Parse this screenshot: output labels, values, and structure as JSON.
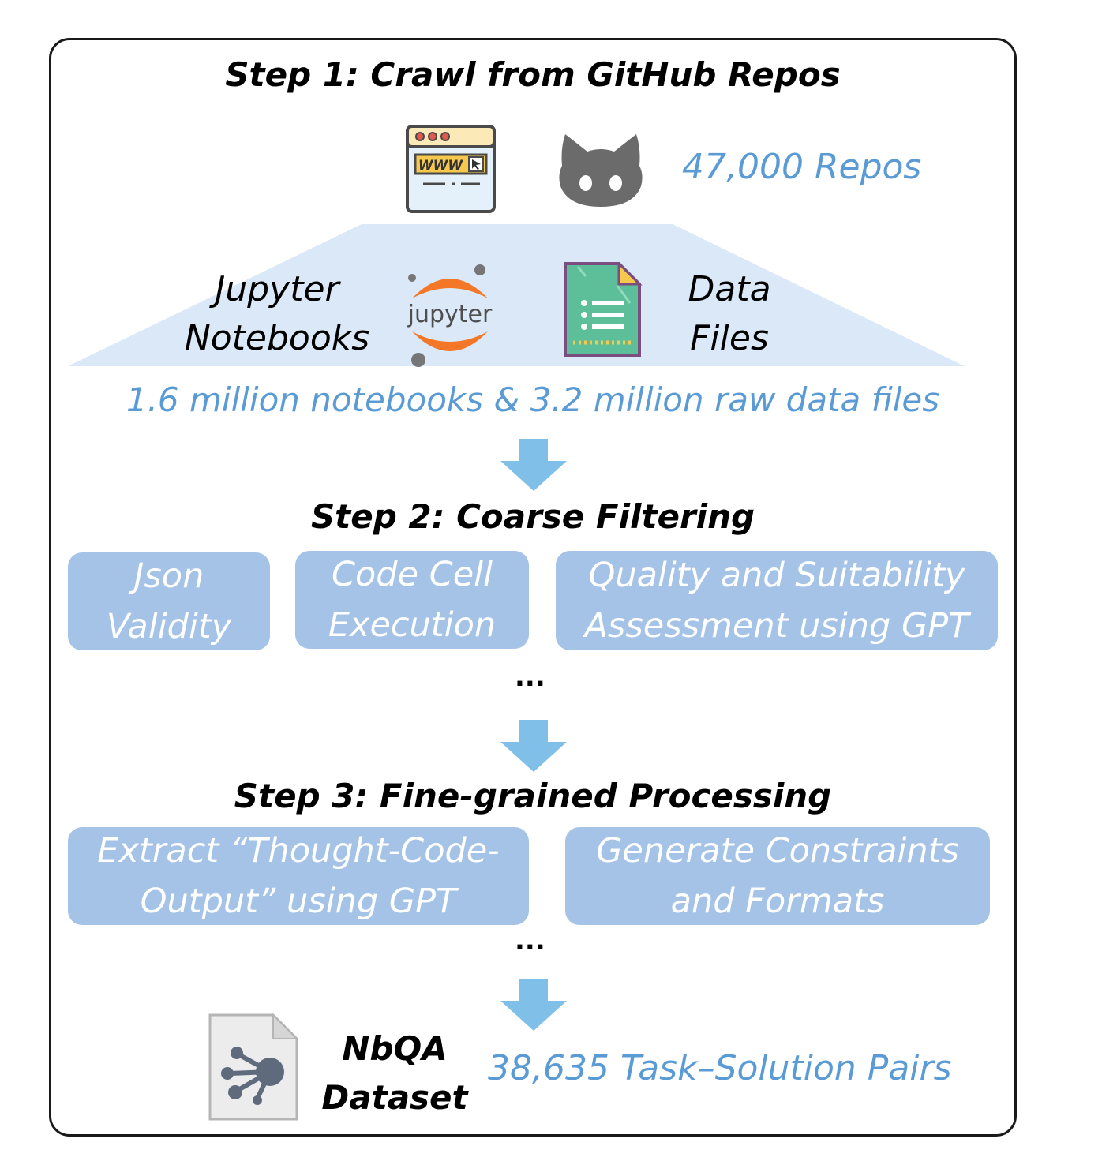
{
  "step1": {
    "title": "Step 1: Crawl from GitHub Repos",
    "repos_label": "47,000 Repos",
    "jupyter_label_line1": "Jupyter",
    "jupyter_label_line2": "Notebooks",
    "jupyter_logo_text": "jupyter",
    "browser_icon_text": "WWW",
    "datafiles_label_line1": "Data",
    "datafiles_label_line2": "Files",
    "summary": "1.6 million notebooks & 3.2 million raw data files"
  },
  "step2": {
    "title": "Step 2: Coarse Filtering",
    "boxes": [
      {
        "line1": "Json",
        "line2": "Validity"
      },
      {
        "line1": "Code Cell",
        "line2": "Execution"
      },
      {
        "line1": "Quality and Suitability",
        "line2": "Assessment using GPT"
      }
    ],
    "ellipsis": "..."
  },
  "step3": {
    "title": "Step 3: Fine-grained Processing",
    "boxes": [
      {
        "line1": "Extract “Thought-Code-",
        "line2": "Output” using GPT"
      },
      {
        "line1": "Generate Constraints",
        "line2": "and Formats"
      }
    ],
    "ellipsis": "..."
  },
  "result": {
    "dataset_line1": "NbQA",
    "dataset_line2": "Dataset",
    "pairs_label": "38,635 Task–Solution Pairs"
  },
  "colors": {
    "accent_blue": "#5b9bd5",
    "box_fill": "#a4c3e6",
    "trapezoid_fill": "#dae8f7",
    "arrow_fill": "#7fbfe8",
    "jupyter_orange": "#f37726"
  },
  "icons": [
    "browser-icon",
    "github-octocat-icon",
    "jupyter-logo-icon",
    "data-file-icon",
    "dataset-file-icon",
    "down-arrow-icon"
  ]
}
